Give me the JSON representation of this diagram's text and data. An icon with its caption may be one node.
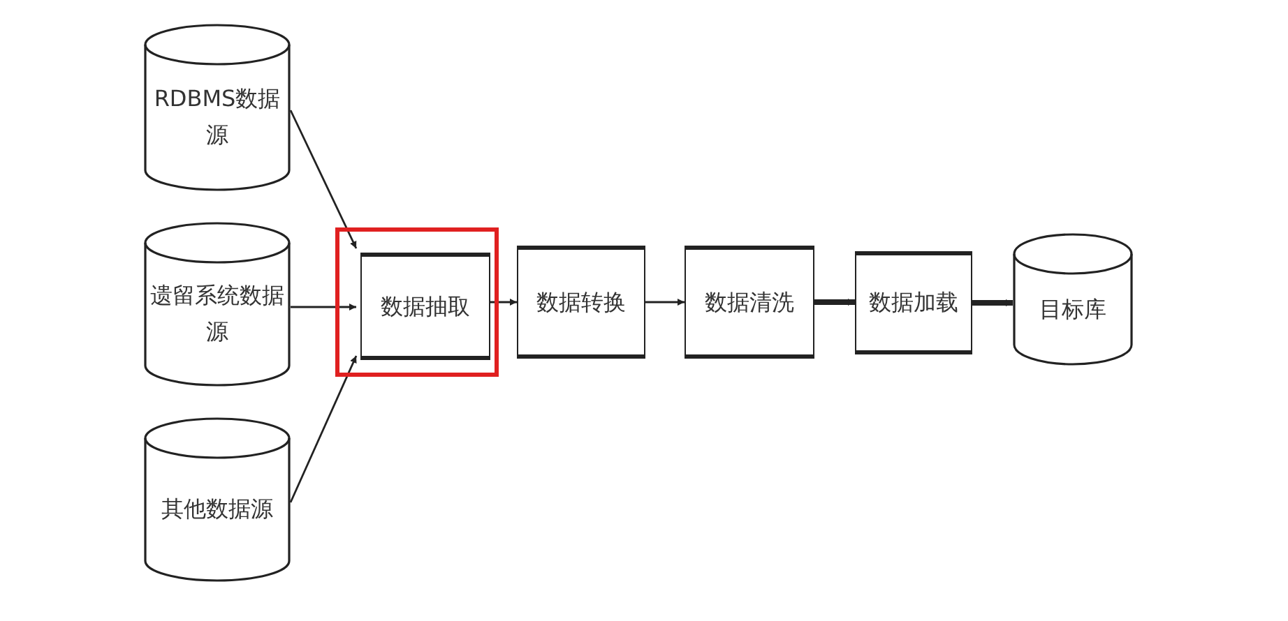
{
  "diagram": {
    "nodes": [
      {
        "text": [
          "RDBMS数据源"
        ]
      },
      {
        "text": [
          "遗留系统数据源"
        ]
      },
      {
        "text": [
          "其他数据源"
        ]
      },
      {
        "text": [],
        "shape": "box"
      },
      {
        "text": [
          "数据抽取"
        ],
        "in": 3
      },
      {
        "text": [
          "数据转换"
        ]
      },
      {
        "text": [
          "数据清洗"
        ]
      },
      {
        "text": [
          "数据加载"
        ]
      },
      {
        "text": [
          "目标库"
        ]
      }
    ],
    "edges": [
      {
        "from": 0,
        "to": 4,
        "arrow": "to"
      },
      {
        "from": 1,
        "to": 4,
        "arrow": "to"
      },
      {
        "from": 2,
        "to": 4,
        "arrow": "to"
      },
      {
        "from": 4,
        "to": 5,
        "arrow": "to"
      },
      {
        "from": 5,
        "to": 6,
        "arrow": "to"
      },
      {
        "from": 6,
        "to": 7,
        "arrow": "to",
        "style": "thick"
      },
      {
        "from": 7,
        "to": 8,
        "arrow": "to",
        "style": "thick"
      }
    ]
  }
}
